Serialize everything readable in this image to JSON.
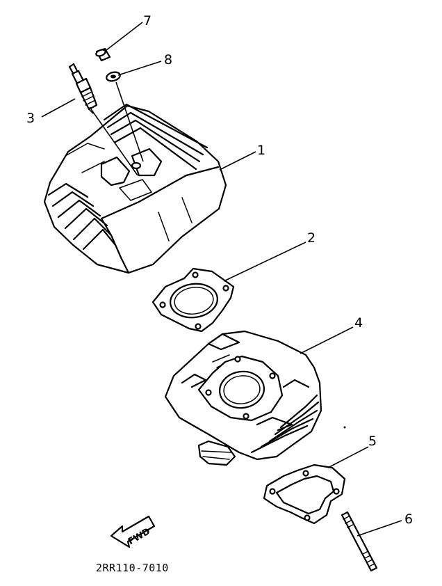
{
  "callouts": [
    {
      "label": "1"
    },
    {
      "label": "2"
    },
    {
      "label": "3"
    },
    {
      "label": "4"
    },
    {
      "label": "5"
    },
    {
      "label": "6"
    },
    {
      "label": "7"
    },
    {
      "label": "8"
    }
  ],
  "fwd_label": "FWD",
  "diagram_code": "2RR110-7010"
}
